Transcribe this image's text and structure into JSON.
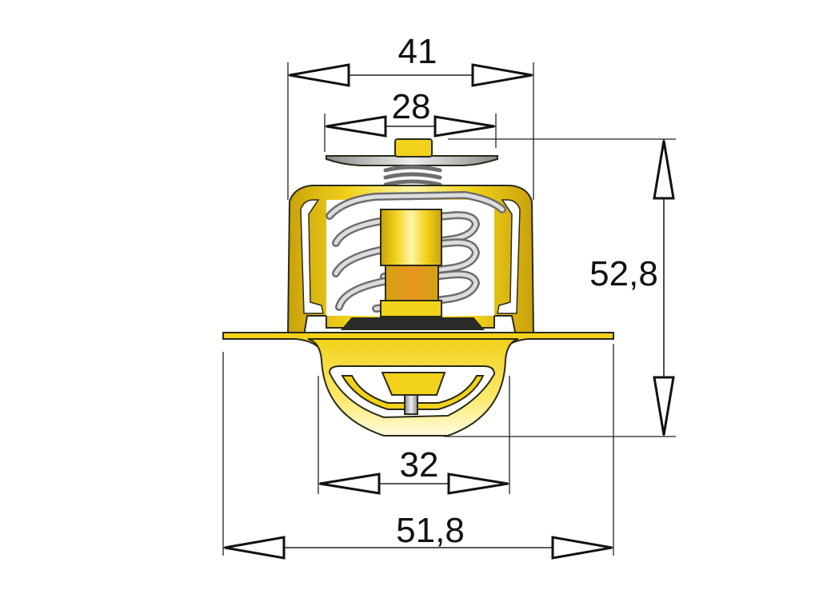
{
  "dimensions": {
    "top_outer_width": "41",
    "top_inner_width": "28",
    "height": "52,8",
    "bottom_inner_width": "32",
    "flange_width": "51,8"
  },
  "colors": {
    "body_yellow": "#f2d21a",
    "body_shade": "#c9a10b",
    "body_light": "#fff6a8",
    "spring_grey": "#c9c9c9",
    "spring_dark": "#6d6d6d",
    "wax_orange": "#e8951e",
    "line": "#222222"
  }
}
